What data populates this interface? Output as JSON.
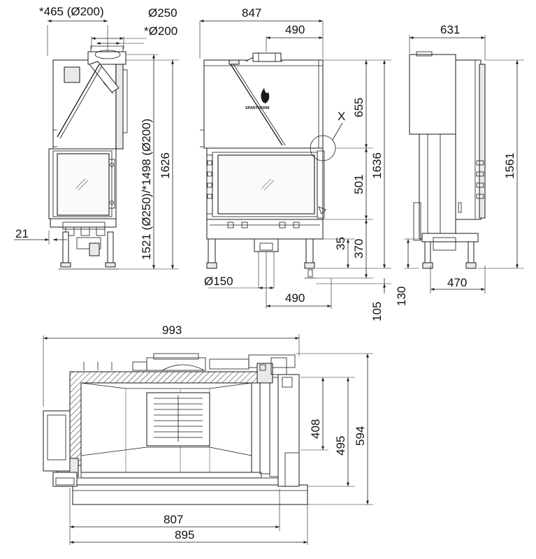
{
  "brand": "SPARTHERM",
  "marker_x": "X",
  "dims": {
    "d465": "*465 (Ø200)",
    "d250": "Ø250",
    "d200": "*Ø200",
    "d847": "847",
    "d490_top": "490",
    "d631": "631",
    "d1626": "1626",
    "d1521": "1521 (Ø250)/*1498 (Ø200)",
    "d21": "21",
    "d655": "655",
    "d501": "501",
    "d35": "35",
    "d370": "370",
    "d1636": "1636",
    "d1561": "1561",
    "d150": "Ø150",
    "d490_bot": "490",
    "d105": "105",
    "d130": "130",
    "d470": "470",
    "d993": "993",
    "d408": "408",
    "d495": "495",
    "d594": "594",
    "d807": "807",
    "d895": "895"
  }
}
